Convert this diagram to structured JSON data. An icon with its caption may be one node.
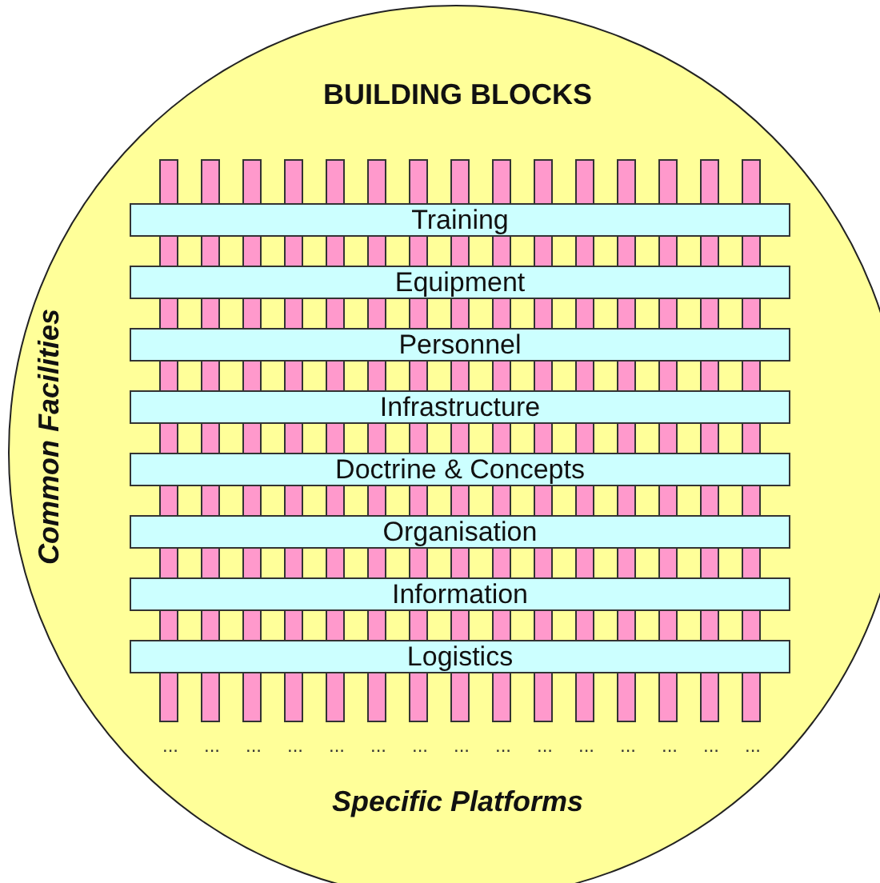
{
  "diagram": {
    "nodes": [
      {
        "text": [
          "BUILDING BLOCKS",
          "Common Facilities",
          "Specific Platforms"
        ]
      },
      {
        "text": [
          "Training"
        ],
        "in": 0
      },
      {
        "text": [
          "Equipment"
        ],
        "in": 0
      },
      {
        "text": [
          "Personnel"
        ],
        "in": 0
      },
      {
        "text": [
          "Infrastructure"
        ],
        "in": 0
      },
      {
        "text": [
          "Doctrine & Concepts"
        ],
        "in": 0
      },
      {
        "text": [
          "Organisation"
        ],
        "in": 0
      },
      {
        "text": [
          "Information"
        ],
        "in": 0
      },
      {
        "text": [
          "Logistics"
        ],
        "in": 0
      }
    ],
    "edges": [],
    "labels": [
      "...",
      "...",
      "...",
      "...",
      "...",
      "...",
      "...",
      "...",
      "...",
      "...",
      "...",
      "...",
      "...",
      "...",
      "..."
    ]
  }
}
